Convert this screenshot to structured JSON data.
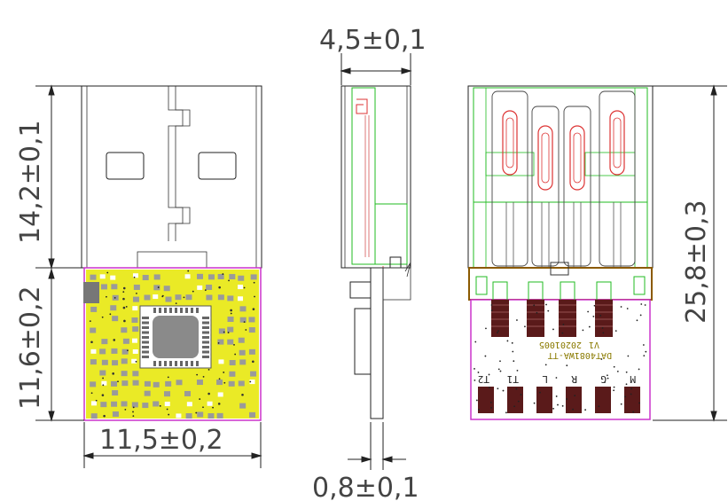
{
  "dimensions": {
    "top_width": "4,5±0,1",
    "left_upper": "14,2±0,1",
    "left_lower": "11,6±0,2",
    "bottom_width": "11,5±0,2",
    "bottom_thickness": "0,8±0,1",
    "right_total": "25,8±0,3"
  },
  "pcb_labels": {
    "part_number": "DAT4081WA-TT",
    "version": "V1",
    "date": "20201005"
  },
  "pad_labels": [
    "M",
    "G",
    "R",
    "L",
    "T1",
    "T2"
  ],
  "colors": {
    "outline": "#222222",
    "pcb_outline": "#cc33cc",
    "copper": "#e6e600",
    "pad": "#5a1a1a",
    "chip": "#888888",
    "green_overlay": "#22bb22",
    "red_trace": "#dd3333",
    "brown_frame": "#8b5a00"
  }
}
